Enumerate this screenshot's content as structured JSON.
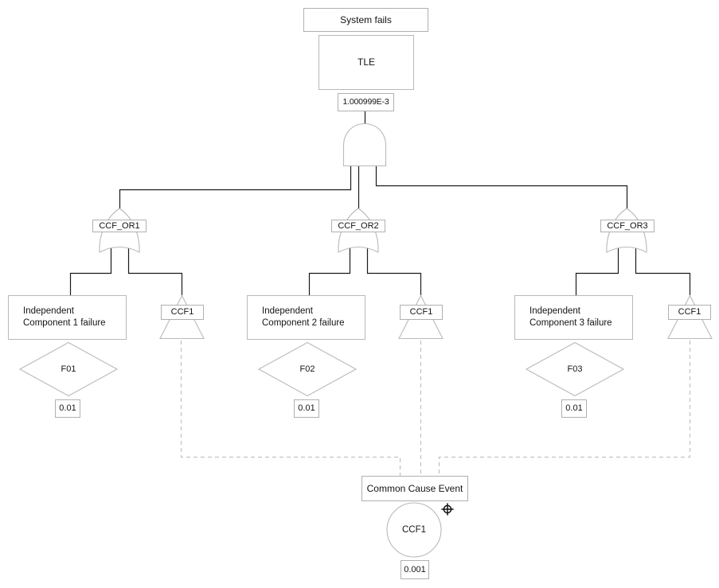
{
  "top": {
    "title": "System fails",
    "gate_id": "TLE",
    "probability": "1.000999E-3"
  },
  "branches": [
    {
      "or_gate_label": "CCF_OR1",
      "component_lines": [
        "Independent",
        "Component 1 failure"
      ],
      "basic_event_id": "F01",
      "basic_event_probability": "0.01",
      "transfer_event_label": "CCF1"
    },
    {
      "or_gate_label": "CCF_OR2",
      "component_lines": [
        "Independent",
        "Component 2 failure"
      ],
      "basic_event_id": "F02",
      "basic_event_probability": "0.01",
      "transfer_event_label": "CCF1"
    },
    {
      "or_gate_label": "CCF_OR3",
      "component_lines": [
        "Independent",
        "Component 3 failure"
      ],
      "basic_event_id": "F03",
      "basic_event_probability": "0.01",
      "transfer_event_label": "CCF1"
    }
  ],
  "common_cause": {
    "title": "Common Cause Event",
    "event_id": "CCF1",
    "probability": "0.001"
  },
  "icons": {
    "selection_marker": "crosshair-target"
  },
  "colors": {
    "background": "#ffffff",
    "shape_outline": "#b9b9b9",
    "label_border": "#b0b0b0",
    "connector": "#1a1a1a",
    "dashed_connector": "#b9b9b9",
    "text": "#141414"
  }
}
